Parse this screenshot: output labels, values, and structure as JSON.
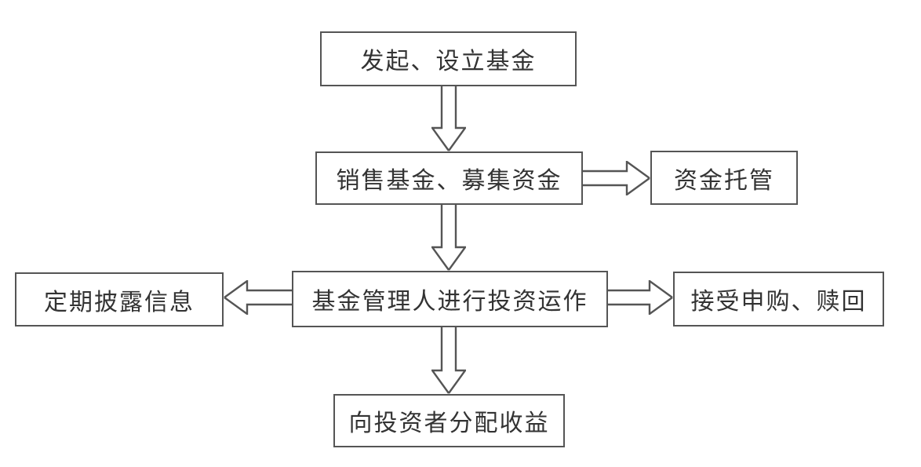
{
  "diagram": {
    "type": "flowchart",
    "description": "Fund operation process flowchart",
    "nodes": {
      "initiate": {
        "label": "发起、设立基金"
      },
      "sell": {
        "label": "销售基金、募集资金"
      },
      "custody": {
        "label": "资金托管"
      },
      "disclose": {
        "label": "定期披露信息"
      },
      "manage": {
        "label": "基金管理人进行投资运作"
      },
      "redeem": {
        "label": "接受申购、赎回"
      },
      "distribute": {
        "label": "向投资者分配收益"
      }
    },
    "edges": [
      {
        "from": "initiate",
        "to": "sell",
        "direction": "down"
      },
      {
        "from": "sell",
        "to": "custody",
        "direction": "right"
      },
      {
        "from": "sell",
        "to": "manage",
        "direction": "down"
      },
      {
        "from": "manage",
        "to": "disclose",
        "direction": "left"
      },
      {
        "from": "manage",
        "to": "redeem",
        "direction": "right"
      },
      {
        "from": "manage",
        "to": "distribute",
        "direction": "down"
      }
    ],
    "colors": {
      "border": "#555555",
      "text": "#333333",
      "background": "#ffffff"
    }
  }
}
